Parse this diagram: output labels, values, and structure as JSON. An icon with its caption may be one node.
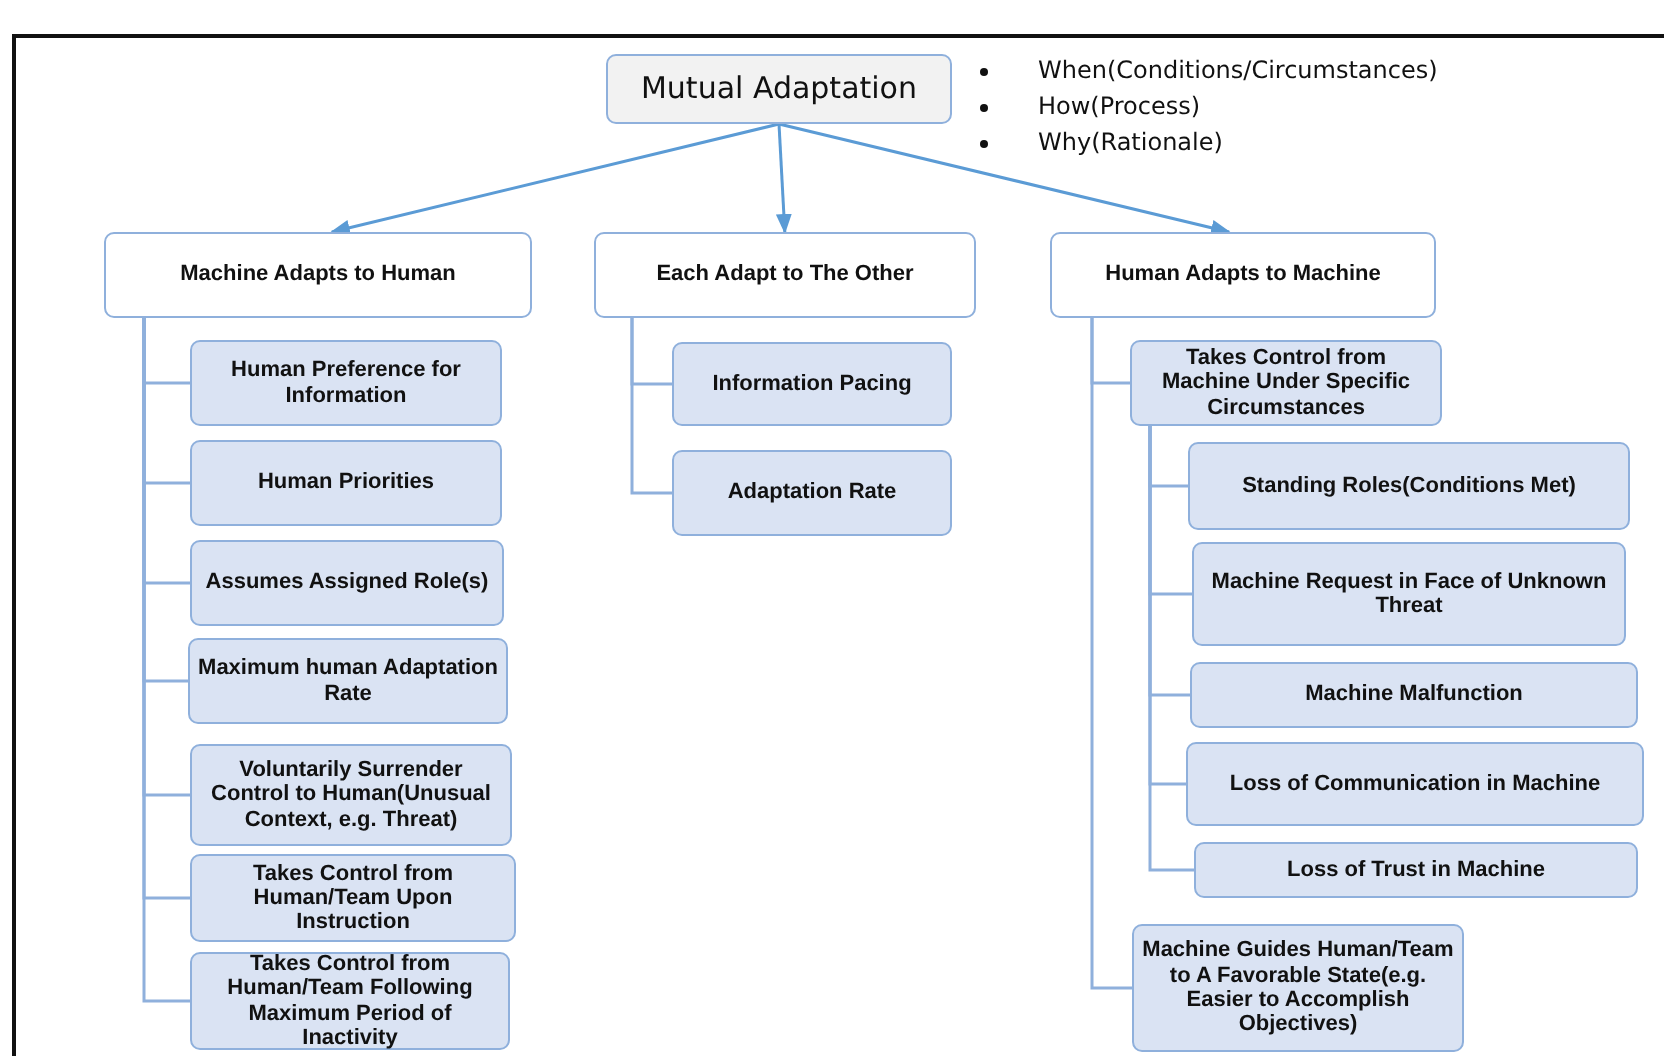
{
  "diagram": {
    "nodes": [
      {
        "text": [
          "Mutual Adaptation"
        ]
      },
      {
        "text": [
          "Machine Adapts to Human"
        ]
      },
      {
        "text": [
          "Each Adapt to The Other"
        ]
      },
      {
        "text": [
          "Human Adapts to Machine"
        ]
      },
      {
        "text": [
          "Human Preference for Information"
        ]
      },
      {
        "text": [
          "Human Priorities"
        ]
      },
      {
        "text": [
          "Assumes Assigned Role(s)"
        ]
      },
      {
        "text": [
          "Maximum human Adaptation Rate"
        ]
      },
      {
        "text": [
          "Voluntarily Surrender Control to Human(Unusual Context, e.g. Threat)"
        ]
      },
      {
        "text": [
          "Takes Control from Human/Team Upon Instruction"
        ]
      },
      {
        "text": [
          "Takes Control from Human/Team Following Maximum Period of Inactivity"
        ]
      },
      {
        "text": [
          "Information Pacing"
        ]
      },
      {
        "text": [
          "Adaptation Rate"
        ]
      },
      {
        "text": [
          "Takes Control from Machine Under Specific Circumstances"
        ]
      },
      {
        "text": [
          "Standing Roles(Conditions Met)"
        ]
      },
      {
        "text": [
          "Machine Request in Face of Unknown Threat"
        ]
      },
      {
        "text": [
          "Machine Malfunction"
        ]
      },
      {
        "text": [
          "Loss of Communication in Machine"
        ]
      },
      {
        "text": [
          "Loss of Trust in Machine"
        ]
      },
      {
        "text": [
          "Machine Guides Human/Team to A Favorable State(e.g. Easier to Accomplish Objectives)"
        ]
      }
    ],
    "edges": [
      {
        "from": 0,
        "to": 1,
        "arrow": "to"
      },
      {
        "from": 0,
        "to": 2,
        "arrow": "to"
      },
      {
        "from": 0,
        "to": 3,
        "arrow": "to"
      },
      {
        "from": 1,
        "to": 4,
        "arrow": "none"
      },
      {
        "from": 1,
        "to": 5,
        "arrow": "none"
      },
      {
        "from": 1,
        "to": 6,
        "arrow": "none"
      },
      {
        "from": 1,
        "to": 7,
        "arrow": "none"
      },
      {
        "from": 1,
        "to": 8,
        "arrow": "none"
      },
      {
        "from": 1,
        "to": 9,
        "arrow": "none"
      },
      {
        "from": 1,
        "to": 10,
        "arrow": "none"
      },
      {
        "from": 2,
        "to": 11,
        "arrow": "none"
      },
      {
        "from": 2,
        "to": 12,
        "arrow": "none"
      },
      {
        "from": 3,
        "to": 13,
        "arrow": "none"
      },
      {
        "from": 13,
        "to": 14,
        "arrow": "none"
      },
      {
        "from": 13,
        "to": 15,
        "arrow": "none"
      },
      {
        "from": 13,
        "to": 16,
        "arrow": "none"
      },
      {
        "from": 13,
        "to": 17,
        "arrow": "none"
      },
      {
        "from": 13,
        "to": 18,
        "arrow": "none"
      },
      {
        "from": 3,
        "to": 19,
        "arrow": "none"
      }
    ],
    "labels": [
      "When(Conditions/Circumstances)",
      "How(Process)",
      "Why(Rationale)"
    ]
  }
}
